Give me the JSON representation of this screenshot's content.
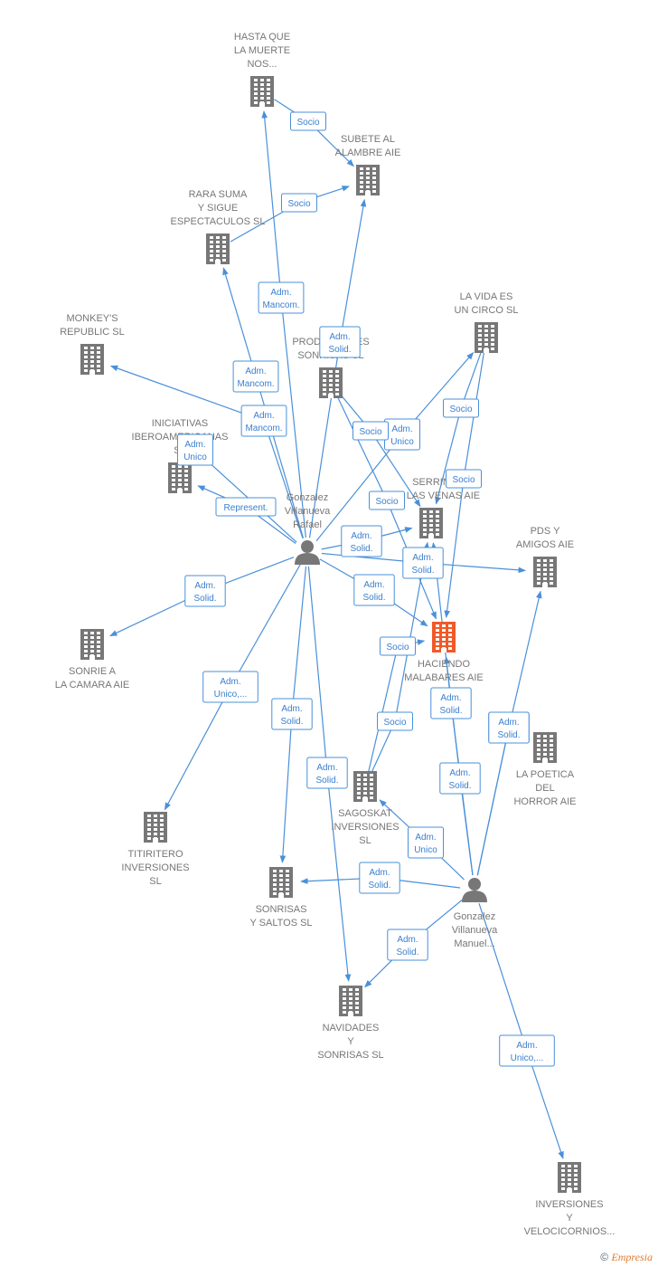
{
  "colors": {
    "edge": "#4a90d9",
    "building": "#777777",
    "highlight": "#f05a28",
    "label": "#777777"
  },
  "nodes": [
    {
      "id": "hasta",
      "type": "company",
      "lines": [
        "HASTA QUE",
        "LA MUERTE",
        "NOS..."
      ]
    },
    {
      "id": "subete",
      "type": "company",
      "lines": [
        "SUBETE AL",
        "ALAMBRE AIE"
      ]
    },
    {
      "id": "rara",
      "type": "company",
      "lines": [
        "RARA SUMA",
        "Y SIGUE",
        "ESPECTACULOS SL"
      ]
    },
    {
      "id": "vida",
      "type": "company",
      "lines": [
        "LA VIDA ES",
        "UN CIRCO  SL"
      ]
    },
    {
      "id": "monkey",
      "type": "company",
      "lines": [
        "MONKEY'S",
        "REPUBLIC  SL"
      ]
    },
    {
      "id": "productores",
      "type": "company",
      "lines": [
        "PRODUCTORES",
        "SONRISAS SL"
      ]
    },
    {
      "id": "iniciativas",
      "type": "company",
      "lines": [
        "INICIATIVAS",
        "IBEROAMERICANAS",
        "SL"
      ]
    },
    {
      "id": "serrin",
      "type": "company",
      "lines": [
        "SERRIN",
        "POR LAS VENAS AIE"
      ]
    },
    {
      "id": "pds",
      "type": "company",
      "lines": [
        "PDS Y",
        "AMIGOS AIE"
      ]
    },
    {
      "id": "rafael",
      "type": "person",
      "lines": [
        "Gonzalez",
        "Villanueva",
        "Rafael"
      ]
    },
    {
      "id": "haciendo",
      "type": "company",
      "highlight": true,
      "lines": [
        "HACIENDO",
        "MALABARES AIE"
      ]
    },
    {
      "id": "sonriea",
      "type": "company",
      "lines": [
        "SONRIE A",
        "LA CAMARA AIE"
      ]
    },
    {
      "id": "poetica",
      "type": "company",
      "lines": [
        "LA POETICA",
        "DEL",
        "HORROR AIE"
      ]
    },
    {
      "id": "sagoskat",
      "type": "company",
      "lines": [
        "SAGOSKAT",
        "INVERSIONES",
        "SL"
      ]
    },
    {
      "id": "titiritero",
      "type": "company",
      "lines": [
        "TITIRITERO",
        "INVERSIONES",
        "SL"
      ]
    },
    {
      "id": "sonrisasysaltos",
      "type": "company",
      "lines": [
        "SONRISAS",
        "Y SALTOS  SL"
      ]
    },
    {
      "id": "manuel",
      "type": "person",
      "lines": [
        "Gonzalez",
        "Villanueva",
        "Manuel..."
      ]
    },
    {
      "id": "navidades",
      "type": "company",
      "lines": [
        "NAVIDADES",
        "Y",
        "SONRISAS  SL"
      ]
    },
    {
      "id": "velocicornios",
      "type": "company",
      "lines": [
        "INVERSIONES",
        "Y",
        "VELOCICORNIOS..."
      ]
    }
  ],
  "edges": [
    {
      "from": "rafael",
      "to": "hasta",
      "lines": [
        "Adm.",
        "Mancom."
      ]
    },
    {
      "from": "rafael",
      "to": "subete",
      "lines": [
        "Adm.",
        "Solid."
      ]
    },
    {
      "from": "rafael",
      "to": "rara",
      "lines": [
        "Adm.",
        "Mancom."
      ]
    },
    {
      "from": "rafael",
      "to": "monkey",
      "lines": [
        "Adm.",
        "Mancom."
      ]
    },
    {
      "from": "rafael",
      "to": "iniciativas",
      "lines": [
        "Adm.",
        "Unico"
      ]
    },
    {
      "from": "rafael",
      "to": "iniciativas",
      "lines": [
        "Represent."
      ]
    },
    {
      "from": "rafael",
      "to": "vida",
      "lines": [
        "Adm.",
        "Unico"
      ]
    },
    {
      "from": "rafael",
      "to": "serrin",
      "lines": [
        "Adm.",
        "Solid."
      ]
    },
    {
      "from": "rafael",
      "to": "pds",
      "lines": [
        "Adm.",
        "Solid."
      ]
    },
    {
      "from": "rafael",
      "to": "haciendo",
      "lines": [
        "Adm.",
        "Solid."
      ]
    },
    {
      "from": "rafael",
      "to": "sonriea",
      "lines": [
        "Adm.",
        "Solid."
      ]
    },
    {
      "from": "rafael",
      "to": "titiritero",
      "lines": [
        "Adm.",
        "Unico,..."
      ]
    },
    {
      "from": "rafael",
      "to": "sonrisasysaltos",
      "lines": [
        "Adm.",
        "Solid."
      ]
    },
    {
      "from": "rafael",
      "to": "navidades",
      "lines": [
        "Adm.",
        "Solid."
      ]
    },
    {
      "from": "hasta",
      "to": "subete",
      "lines": [
        "Socio"
      ]
    },
    {
      "from": "rara",
      "to": "subete",
      "lines": [
        "Socio"
      ]
    },
    {
      "from": "productores",
      "to": "serrin",
      "lines": [
        "Socio"
      ]
    },
    {
      "from": "productores",
      "to": "haciendo",
      "lines": [
        "Socio"
      ]
    },
    {
      "from": "vida",
      "to": "serrin",
      "lines": [
        "Socio"
      ]
    },
    {
      "from": "vida",
      "to": "haciendo",
      "lines": [
        "Socio"
      ]
    },
    {
      "from": "sagoskat",
      "to": "haciendo",
      "lines": [
        "Socio"
      ]
    },
    {
      "from": "sagoskat",
      "to": "serrin",
      "lines": [
        "Socio"
      ]
    },
    {
      "from": "manuel",
      "to": "serrin",
      "lines": [
        "Adm.",
        "Solid."
      ]
    },
    {
      "from": "manuel",
      "to": "haciendo",
      "lines": [
        "Adm.",
        "Solid."
      ]
    },
    {
      "from": "manuel",
      "to": "poetica",
      "lines": [
        "Adm.",
        "Solid."
      ]
    },
    {
      "from": "manuel",
      "to": "pds",
      "lines": [
        "Adm.",
        "Solid."
      ]
    },
    {
      "from": "manuel",
      "to": "sagoskat",
      "lines": [
        "Adm.",
        "Unico"
      ]
    },
    {
      "from": "manuel",
      "to": "sonrisasysaltos",
      "lines": [
        "Adm.",
        "Solid."
      ]
    },
    {
      "from": "manuel",
      "to": "navidades",
      "lines": [
        "Adm.",
        "Solid."
      ]
    },
    {
      "from": "manuel",
      "to": "velocicornios",
      "lines": [
        "Adm.",
        "Unico,..."
      ]
    }
  ],
  "footer": {
    "copyright": "©",
    "brand": "Empresia"
  }
}
